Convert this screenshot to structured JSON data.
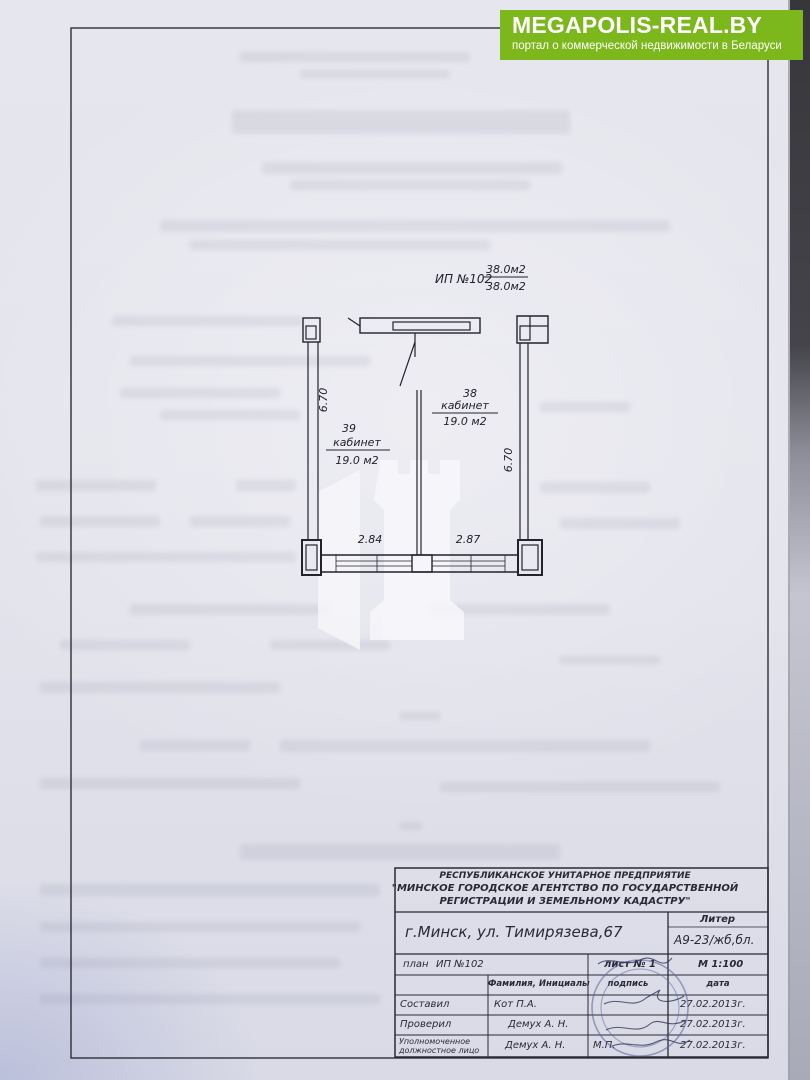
{
  "banner": {
    "title": "MEGAPOLIS-REAL.BY",
    "subtitle": "портал о коммерческой недвижимости в Беларуси",
    "color": "#7cb71b"
  },
  "plan": {
    "unit_id": "ИП №102",
    "area_total": "38.0м2",
    "area_total_2": "38.0м2",
    "rooms": [
      {
        "number": "39",
        "name": "кабинет",
        "area": "19.0 м2"
      },
      {
        "number": "38",
        "name": "кабинет",
        "area": "19.0 м2"
      }
    ],
    "dimensions": {
      "left_height": "6.70",
      "right_height": "6.70",
      "left_width": "2.84",
      "right_width": "2.87"
    }
  },
  "title_block": {
    "org_line1": "РЕСПУБЛИКАНСКОЕ УНИТАРНОЕ ПРЕДПРИЯТИЕ",
    "org_line2": "\"МИНСКОЕ ГОРОДСКОЕ АГЕНТСТВО ПО ГОСУДАРСТВЕННОЙ",
    "org_line3": "РЕГИСТРАЦИИ И ЗЕМЕЛЬНОМУ КАДАСТРУ\"",
    "address": "г.Минск, ул. Тимирязева,67",
    "liter_label": "Литер",
    "liter_value": "А9-23/жб,бл.",
    "plan_label": "план",
    "plan_value": "ИП №102",
    "sheet": "лист № 1",
    "scale": "М 1:100",
    "col_name": "Фамилия, Инициалы",
    "col_sign": "подпись",
    "col_date": "дата",
    "rows": [
      {
        "role": "Составил",
        "name": "Кот П.А.",
        "date": "27.02.2013г."
      },
      {
        "role": "Проверил",
        "name": "Демух А. Н.",
        "date": "27.02.2013г."
      },
      {
        "role": "Уполномоченное должностное лицо",
        "name": "Демух А. Н.",
        "sign": "М.П.",
        "date": "27.02.2013г."
      }
    ]
  }
}
